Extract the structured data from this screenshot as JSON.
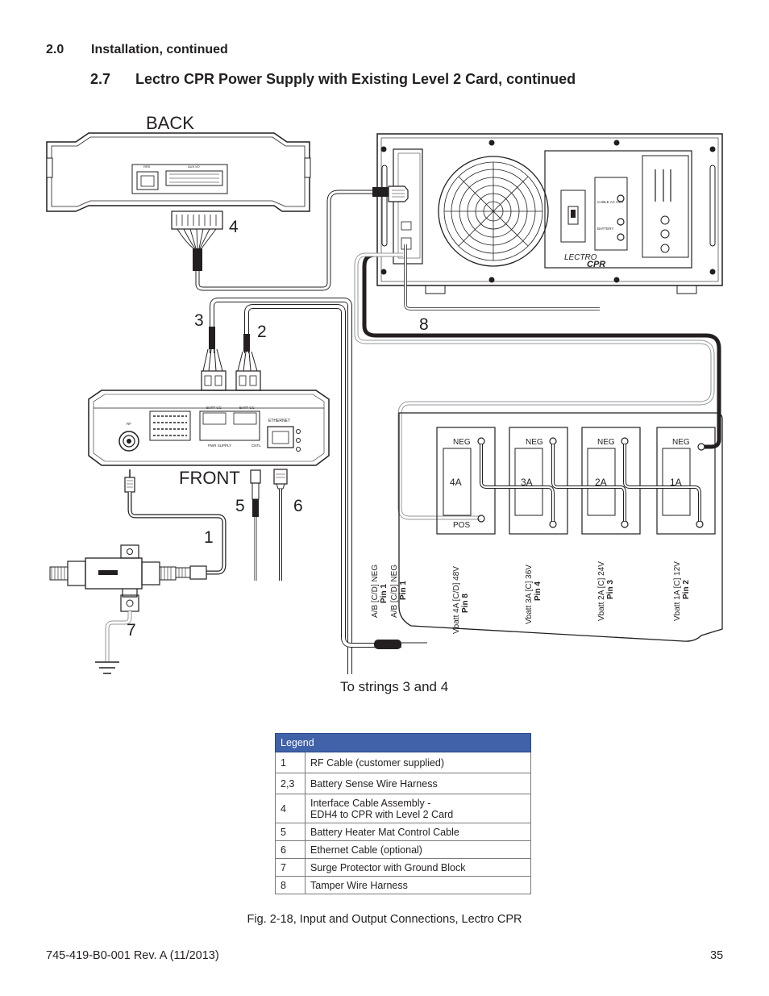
{
  "section": {
    "number": "2.0",
    "title": "Installation, continued"
  },
  "subsection": {
    "number": "2.7",
    "title": "Lectro CPR Power Supply with Existing Level 2 Card, continued"
  },
  "diagram": {
    "back_label": "BACK",
    "front_label": "FRONT",
    "callouts": [
      "1",
      "2",
      "3",
      "4",
      "5",
      "6",
      "7",
      "8"
    ],
    "to_strings": "To strings 3 and 4",
    "back_ports": [
      "RRS",
      "AUX I/O"
    ],
    "front_ports": {
      "rf": "RF",
      "ethernet": "ETHERNET",
      "pwr_supply": "PWR SUPPLY",
      "cntl": "CNTL",
      "batt_cc_1": "BATT CC",
      "batt_cc_2": "BATT CC"
    },
    "cpr": {
      "brand": "LECTRO",
      "model": "CPR",
      "cable_ac_out": "CABLE AC OUT",
      "battery": "BATTERY"
    },
    "batteries": [
      {
        "neg": "NEG",
        "id": "4A",
        "pos": "POS"
      },
      {
        "neg": "NEG",
        "id": "3A"
      },
      {
        "neg": "NEG",
        "id": "2A"
      },
      {
        "neg": "NEG",
        "id": "1A"
      }
    ],
    "wire_labels": [
      {
        "line1": "A/B [C/D] NEG",
        "line2": "Pin 1"
      },
      {
        "line1": "A/B [C/D] NEG",
        "line2": "Pin 1"
      },
      {
        "line1": "Vbatt 4A [C/D] 48V",
        "line2": "Pin 8"
      },
      {
        "line1": "Vbatt 3A [C] 36V",
        "line2": "Pin 4"
      },
      {
        "line1": "Vbatt 2A [C] 24V",
        "line2": "Pin 3"
      },
      {
        "line1": "Vbatt 1A [C] 12V",
        "line2": "Pin 2"
      }
    ]
  },
  "legend": {
    "header": "Legend",
    "rows": [
      {
        "key": "1",
        "value": "RF Cable (customer supplied)"
      },
      {
        "key": "2,3",
        "value": "Battery Sense Wire Harness"
      },
      {
        "key": "4",
        "value": "Interface Cable Assembly -",
        "value2": "EDH4 to CPR with Level 2 Card"
      },
      {
        "key": "5",
        "value": "Battery Heater Mat Control Cable"
      },
      {
        "key": "6",
        "value": "Ethernet Cable (optional)"
      },
      {
        "key": "7",
        "value": "Surge Protector with Ground Block"
      },
      {
        "key": "8",
        "value": "Tamper Wire Harness"
      }
    ]
  },
  "caption": "Fig. 2-18, Input and Output Connections, Lectro CPR",
  "footer": {
    "doc_id": "745-419-B0-001 Rev. A (11/2013)",
    "page": "35"
  }
}
